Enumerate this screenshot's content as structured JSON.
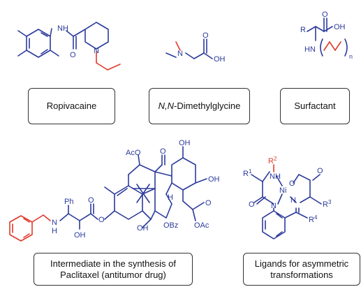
{
  "compounds": [
    {
      "name": "Ropivacaine",
      "atoms": {
        "nh": "NH",
        "o": "O",
        "n": "N"
      }
    },
    {
      "name_italic": "N,N",
      "name_rest": "-Dimethylglycine",
      "atoms": {
        "n": "N",
        "oh": "OH",
        "o": "O"
      }
    },
    {
      "name": "Surfactant",
      "atoms": {
        "r": "R",
        "o": "O",
        "oh": "OH",
        "hn": "HN",
        "n_sub": "n"
      }
    },
    {
      "name_line1": "Intermediate in the synthesis of",
      "name_line2": "Paclitaxel (antitumor drug)",
      "atoms": {
        "ph": "Ph",
        "nh": "N",
        "h_on_n": "H",
        "o": "O",
        "oh1": "OH",
        "o_ester": "O",
        "aco": "AcO",
        "o_keto": "O",
        "oh2": "OH",
        "h": "H",
        "oh3": "OH",
        "obz": "OBz",
        "oac": "OAc",
        "o_ring": "O",
        "oh4": "OH"
      }
    },
    {
      "name_line1": "Ligands for asymmetric",
      "name_line2": "transformations",
      "atoms": {
        "r1": "R",
        "r1_sup": "1",
        "nh": "NH",
        "r2": "R",
        "r2_sup": "2",
        "o1": "O",
        "o2": "O",
        "ni": "Ni",
        "o3": "O",
        "n1": "N",
        "n2": "N",
        "r3": "R",
        "r3_sup": "3",
        "r4": "R",
        "r4_sup": "4"
      }
    }
  ],
  "colors": {
    "structure": "#2b3a9c",
    "highlight": "#e0392b",
    "text": "#111111",
    "border": "#333333"
  }
}
